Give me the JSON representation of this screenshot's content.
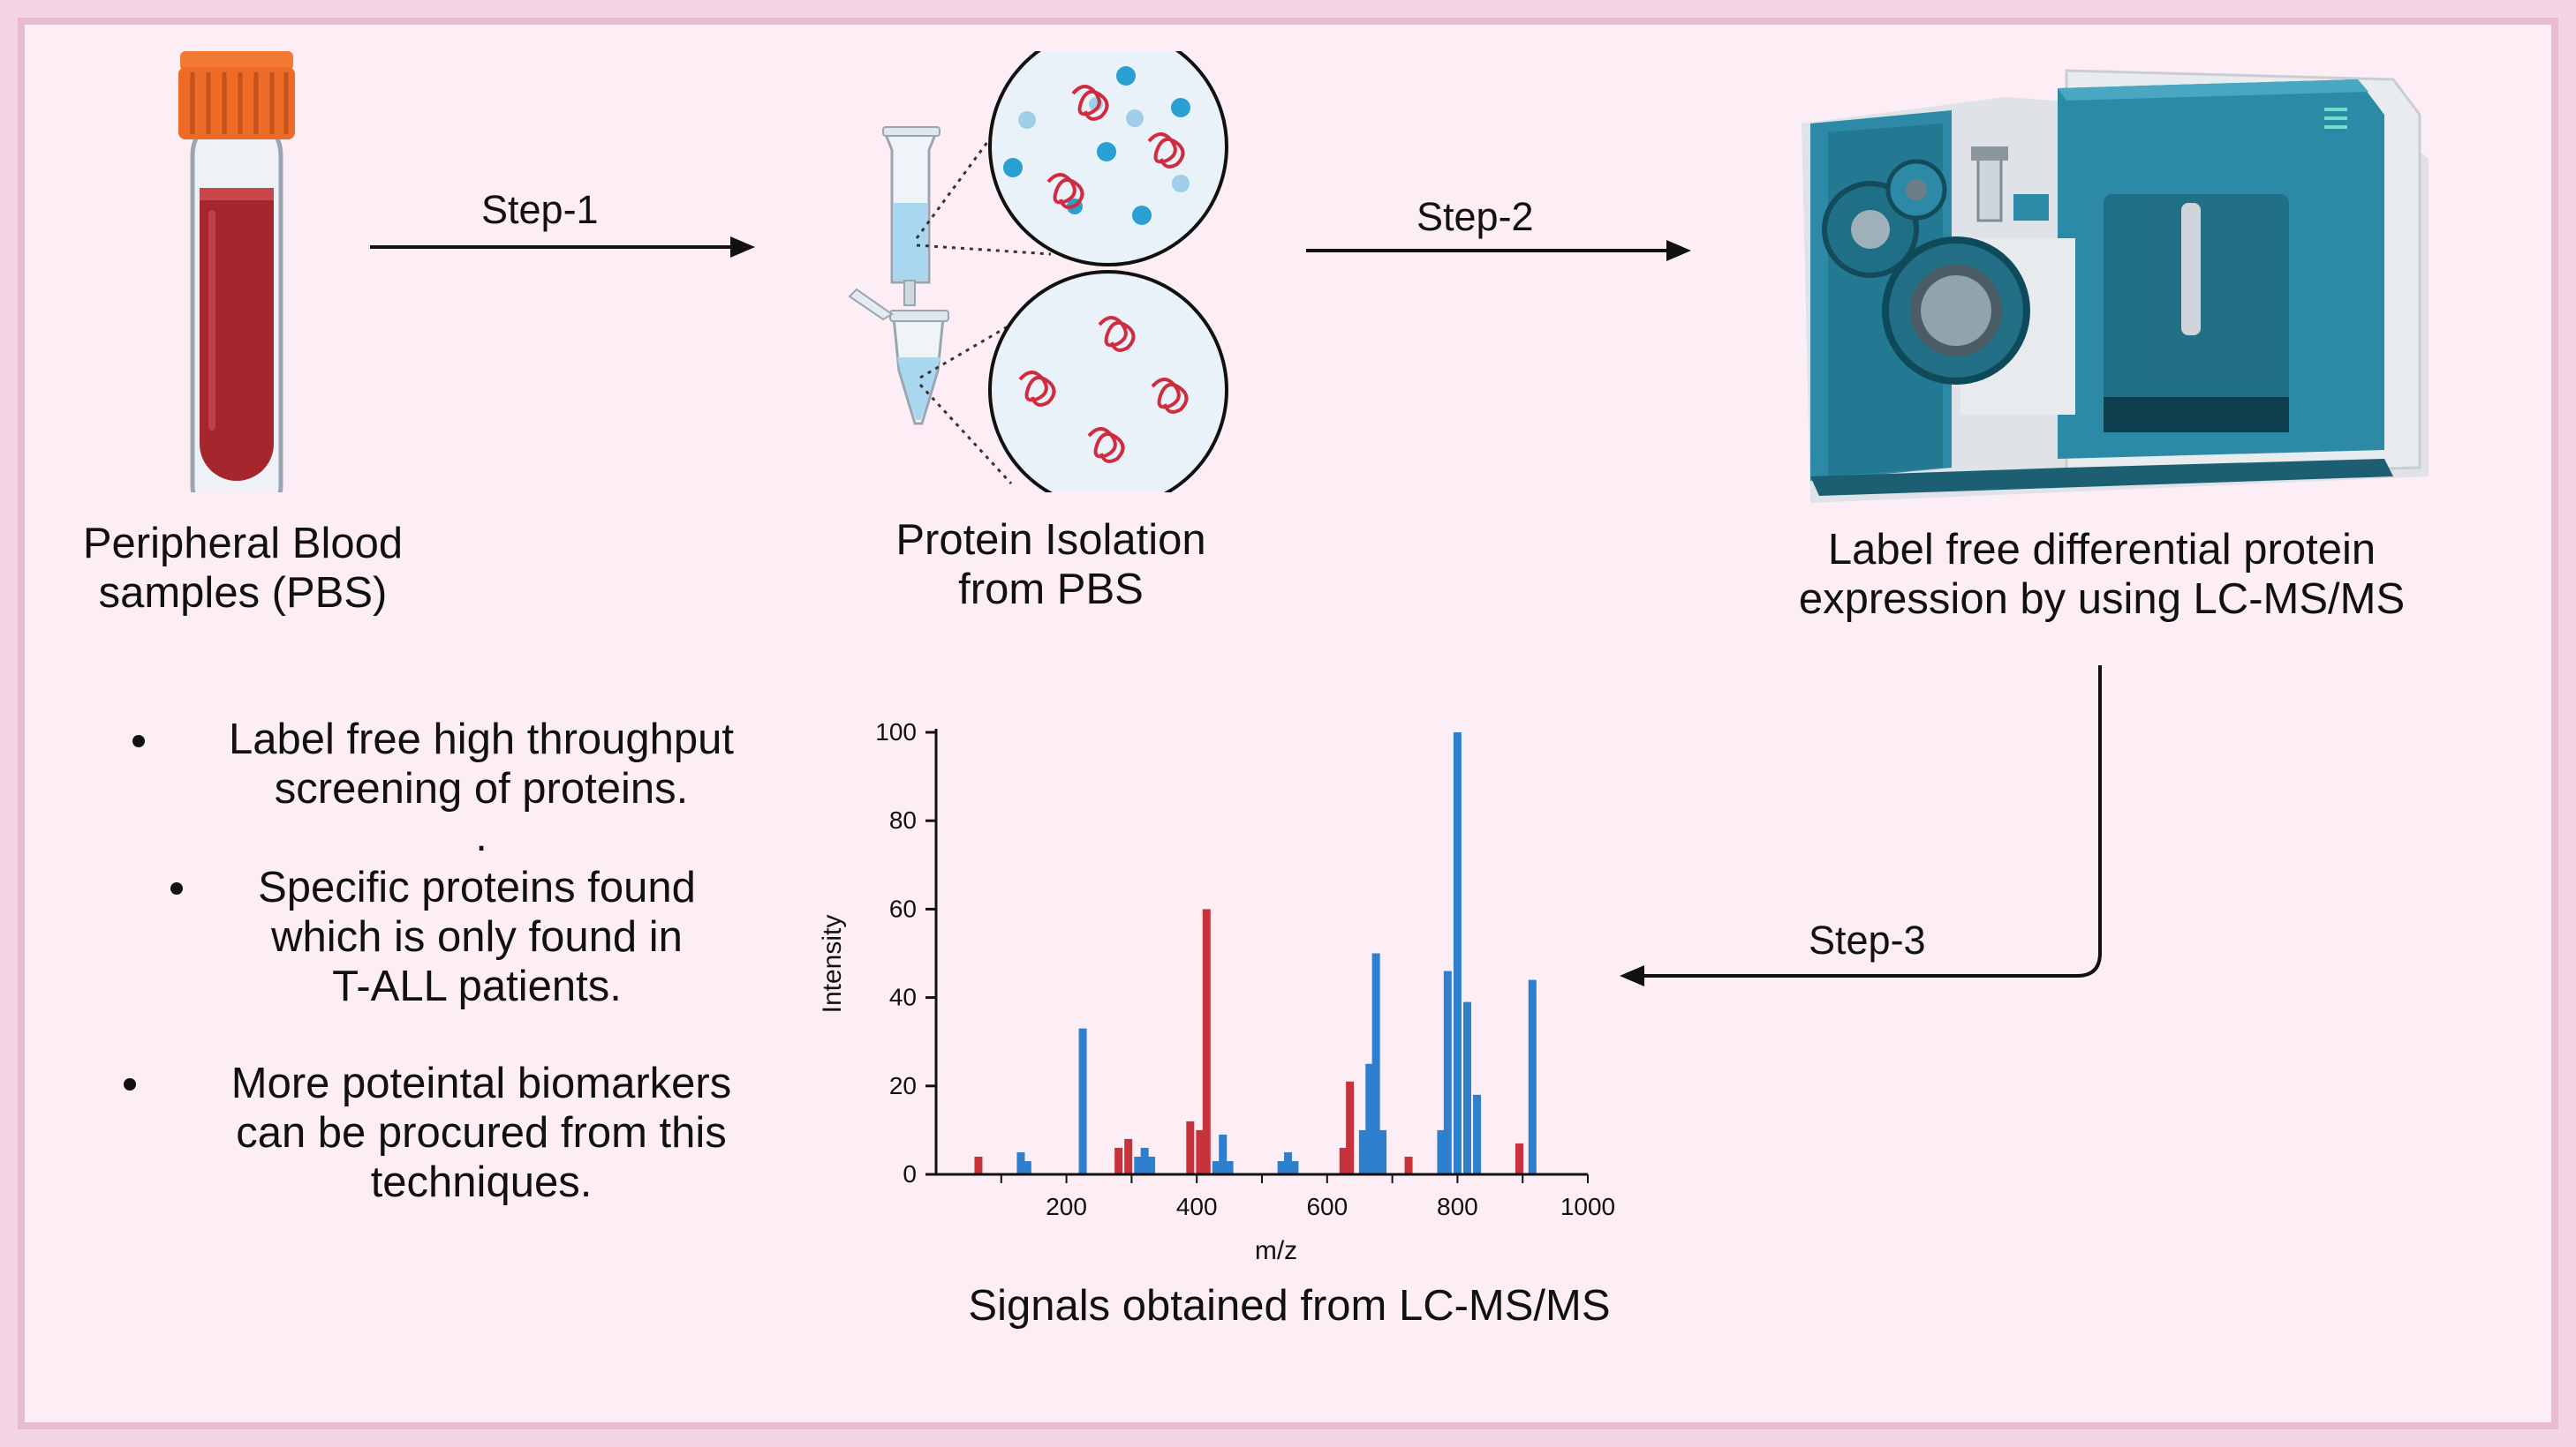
{
  "steps": {
    "step1": "Step-1",
    "step2": "Step-2",
    "step3": "Step-3"
  },
  "labels": {
    "blood_line1": "Peripheral Blood",
    "blood_line2": "samples (PBS)",
    "isolation_line1": "Protein Isolation",
    "isolation_line2": "from PBS",
    "lcms_line1": "Label free differential protein",
    "lcms_line2": "expression by using LC-MS/MS",
    "chart_caption": "Signals obtained from LC-MS/MS"
  },
  "bullets": {
    "b1_line1": "Label free high throughput",
    "b1_line2": "screening of proteins.",
    "dot": ".",
    "b2_line1": "Specific proteins found",
    "b2_line2": "which  is only found  in",
    "b2_line3": "T-ALL patients.",
    "b3_line1": "More  poteintal biomarkers",
    "b3_line2": "can be procured from this",
    "b3_line3": "techniques."
  },
  "icons": [
    "blood-tube-icon",
    "spin-column-icon",
    "protein-magnifier-icon",
    "mass-spectrometer-icon"
  ],
  "colors": {
    "blue_series": "#2f7fcf",
    "red_series": "#c8323a",
    "blood": "#a5272d",
    "cap": "#f06a28",
    "instrument": "#2c8aa6"
  },
  "chart_data": {
    "type": "bar",
    "xlabel": "m/z",
    "ylabel": "Intensity",
    "xlim": [
      0,
      1000
    ],
    "ylim": [
      0,
      100
    ],
    "x_ticks": [
      200,
      400,
      600,
      800,
      1000
    ],
    "y_ticks": [
      0,
      20,
      40,
      60,
      80,
      100
    ],
    "series": [
      {
        "color": "#c8323a",
        "points": [
          [
            65,
            4
          ],
          [
            280,
            6
          ],
          [
            295,
            8
          ],
          [
            390,
            12
          ],
          [
            405,
            10
          ],
          [
            415,
            60
          ],
          [
            625,
            6
          ],
          [
            635,
            21
          ],
          [
            725,
            4
          ],
          [
            895,
            7
          ]
        ]
      },
      {
        "color": "#2f7fcf",
        "points": [
          [
            130,
            5
          ],
          [
            140,
            3
          ],
          [
            225,
            33
          ],
          [
            310,
            4
          ],
          [
            320,
            6
          ],
          [
            330,
            4
          ],
          [
            430,
            3
          ],
          [
            440,
            9
          ],
          [
            450,
            3
          ],
          [
            530,
            3
          ],
          [
            540,
            5
          ],
          [
            550,
            3
          ],
          [
            655,
            10
          ],
          [
            665,
            25
          ],
          [
            675,
            50
          ],
          [
            685,
            10
          ],
          [
            775,
            10
          ],
          [
            785,
            46
          ],
          [
            800,
            100
          ],
          [
            815,
            39
          ],
          [
            830,
            18
          ],
          [
            915,
            44
          ]
        ]
      }
    ]
  }
}
